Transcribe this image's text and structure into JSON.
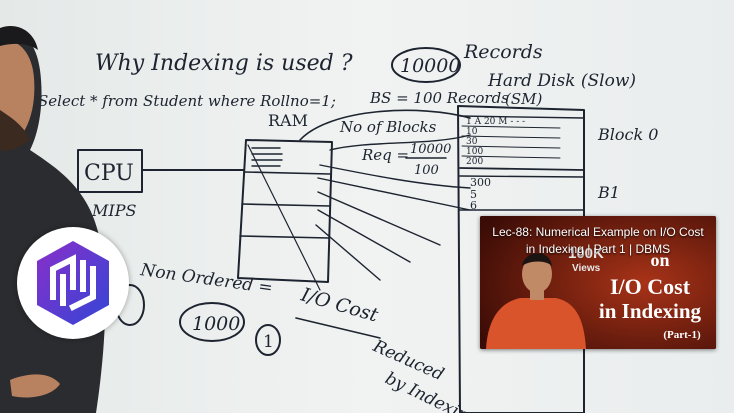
{
  "board": {
    "title": "Why Indexing is used ?",
    "records_count": "10000",
    "records_label": "Records",
    "query": "Select * from Student where Rollno=1;",
    "block_size": "BS = 100 Records",
    "hard_disk": "Hard Disk (Slow)",
    "hard_disk_sub": "(SM)",
    "ram_label": "RAM",
    "cpu_label": "CPU",
    "mips_label": "MIPS",
    "no_of_blocks": "No of Blocks",
    "req_label": "Req =",
    "req_numerator": "10000",
    "req_denominator": "100",
    "block0_label": "Block 0",
    "block1_label": "B1",
    "disk_rows": [
      "1  A  20  M - - -",
      "10",
      "30",
      "100",
      "200"
    ],
    "disk_rows2": [
      "300",
      "5",
      "6"
    ],
    "non_ordered": "Non Ordered =",
    "non_ordered_value": "1000",
    "ordered_value": "1",
    "reduced_line1": "I/O Cost",
    "reduced_line2": "Reduced",
    "reduced_line3": "by Indexing"
  },
  "end_card": {
    "title": "Lec-88: Numerical Example on I/O Cost in Indexing | Part 1 | DBMS",
    "views_number": "100K",
    "views_label": "Views",
    "thumb_on": "on",
    "thumb_line1": "I/O Cost",
    "thumb_line2": "in Indexing",
    "thumb_part": "(Part-1)"
  },
  "colors": {
    "board": "#eef1f0",
    "marker": "#1d2430",
    "thumb_bg": "#7a1f12",
    "shirt": "#d9532b",
    "logo_purple": "#6a2fb5",
    "logo_blue": "#3a4fd8"
  }
}
